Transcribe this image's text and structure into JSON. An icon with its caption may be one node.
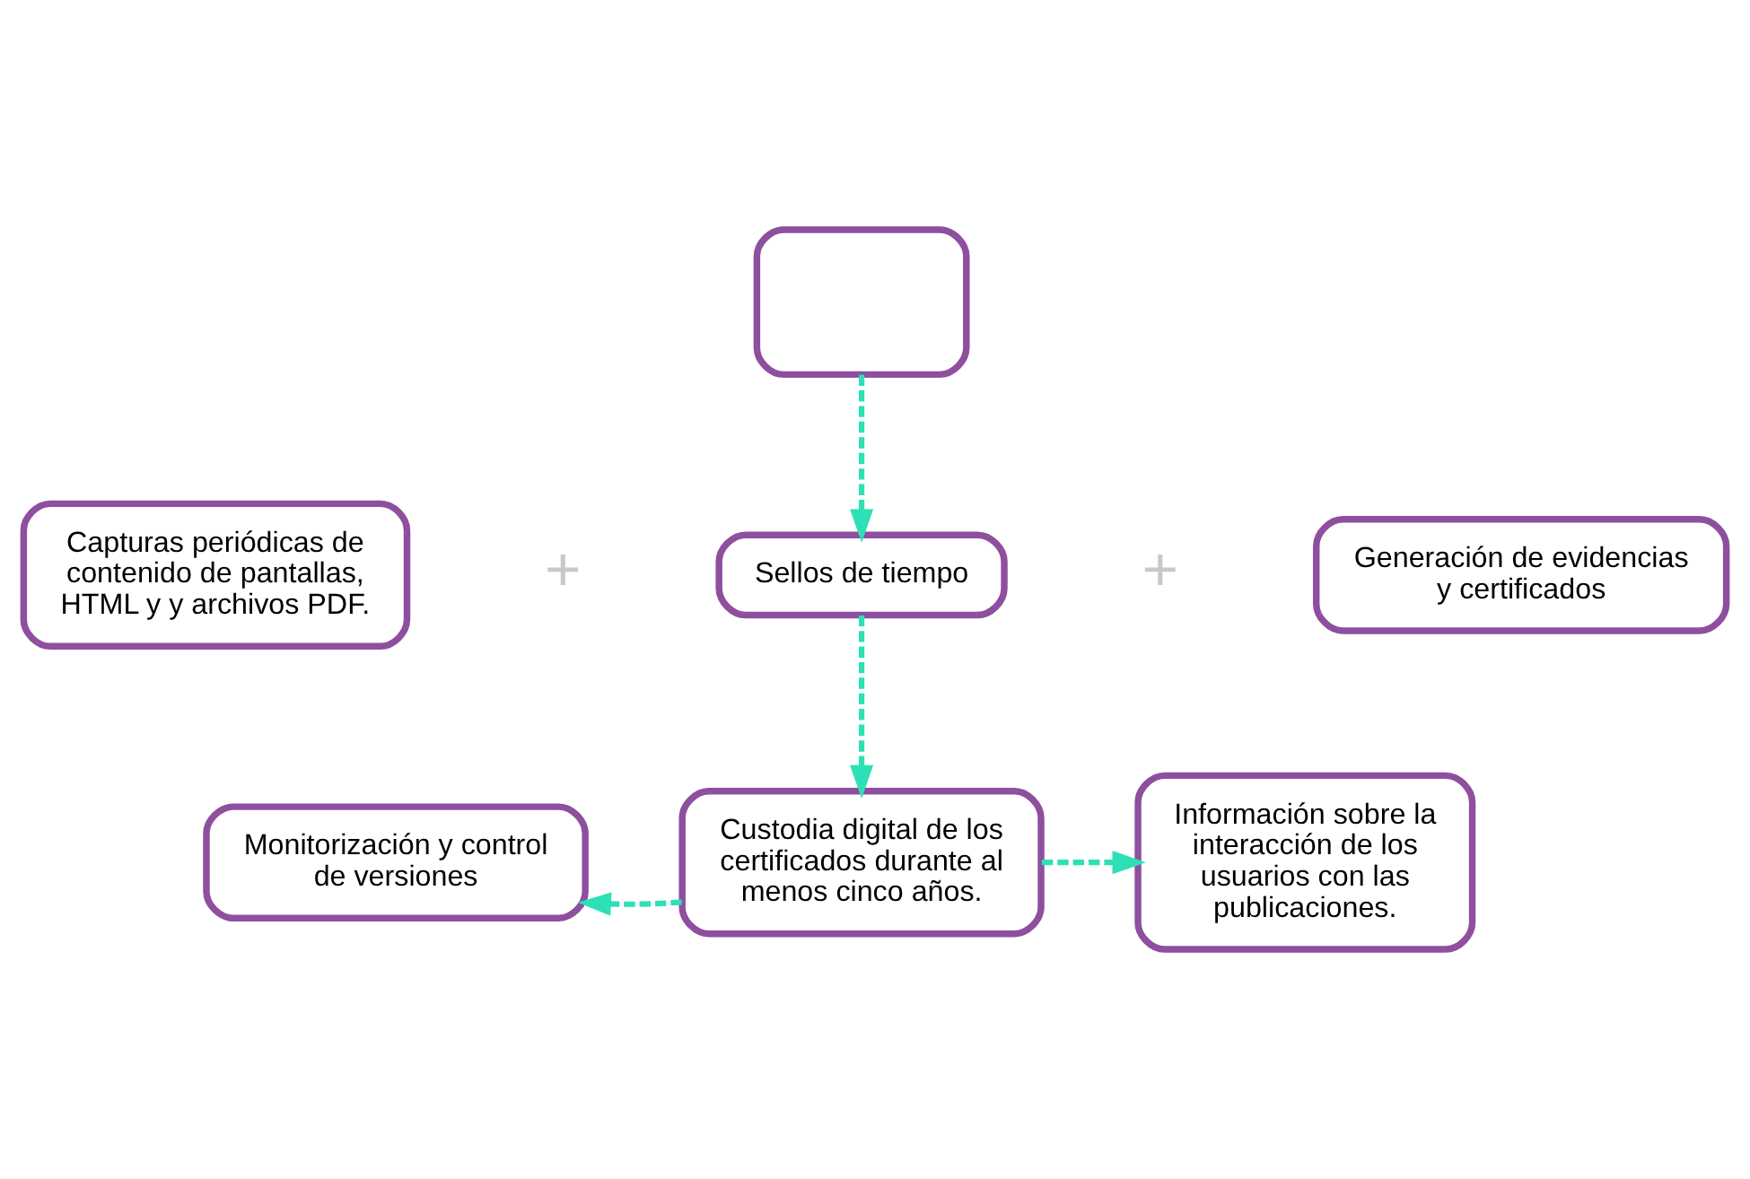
{
  "diagram": {
    "nodes": [
      {
        "text": [],
        "shape": "box"
      },
      {
        "text": [
          "Capturas periódicas de contenido de pantallas, HTML y y archivos PDF."
        ]
      },
      {
        "text": [
          "Sellos de tiempo"
        ]
      },
      {
        "text": [
          "Generación de evidencias y certificados"
        ]
      },
      {
        "text": [
          "Monitorización y control de versiones"
        ]
      },
      {
        "text": [
          "Custodia digital de los certificados durante al menos cinco años."
        ]
      },
      {
        "text": [
          "Información sobre la interacción de los usuarios con las publicaciones."
        ]
      }
    ],
    "edges": [
      {
        "from": 0,
        "to": 2,
        "arrow": "to",
        "style": "dashed"
      },
      {
        "from": 2,
        "to": 5,
        "arrow": "to",
        "style": "dashed"
      },
      {
        "from": 5,
        "to": 4,
        "arrow": "to",
        "style": "dashed"
      },
      {
        "from": 5,
        "to": 6,
        "arrow": "to",
        "style": "dashed"
      }
    ],
    "labels": [
      "+",
      "+"
    ]
  }
}
